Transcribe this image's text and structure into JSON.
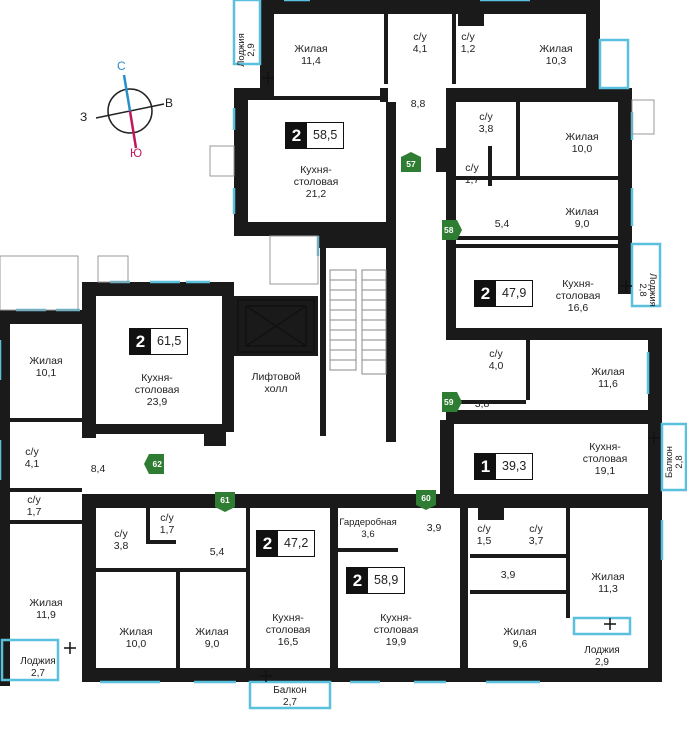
{
  "compass": {
    "north": "С",
    "east": "В",
    "west": "З",
    "south": "Ю",
    "north_color": "#2a8fc7",
    "south_color": "#c2185b"
  },
  "colors": {
    "wall": "#1a1a1a",
    "window": "#5bc0de",
    "entrance": "#2e7d32"
  },
  "apartments": {
    "a1": {
      "rooms": "2",
      "area": "58,5"
    },
    "a2": {
      "rooms": "2",
      "area": "47,9"
    },
    "a3": {
      "rooms": "2",
      "area": "61,5"
    },
    "a4": {
      "rooms": "1",
      "area": "39,3"
    },
    "a5": {
      "rooms": "2",
      "area": "47,2"
    },
    "a6": {
      "rooms": "2",
      "area": "58,9"
    }
  },
  "entrances": {
    "e57": "57",
    "e58": "58",
    "e59": "59",
    "e60": "60",
    "e61": "61",
    "e62": "62"
  },
  "rooms": {
    "top_living_left": {
      "name": "Жилая",
      "value": "11,4"
    },
    "top_bath1": {
      "name": "с/у",
      "value": "4,1"
    },
    "top_bath2": {
      "name": "с/у",
      "value": "1,2"
    },
    "top_living_right": {
      "name": "Жилая",
      "value": "10,3"
    },
    "top_kitchen": {
      "name": "Кухня-",
      "name2": "столовая",
      "value": "21,2"
    },
    "top_corr": {
      "value": "8,8"
    },
    "r_bath1": {
      "name": "с/у",
      "value": "3,8"
    },
    "r_living1": {
      "name": "Жилая",
      "value": "10,0"
    },
    "r_bath2": {
      "name": "с/у",
      "value": "1,7"
    },
    "r_living2": {
      "name": "Жилая",
      "value": "9,0"
    },
    "r_corr1": {
      "value": "5,4"
    },
    "r_kitchen1": {
      "name": "Кухня-",
      "name2": "столовая",
      "value": "16,6"
    },
    "r_bath3": {
      "name": "с/у",
      "value": "4,0"
    },
    "r_living3": {
      "name": "Жилая",
      "value": "11,6"
    },
    "r_corr2": {
      "value": "3,8"
    },
    "r_kitchen2": {
      "name": "Кухня-",
      "name2": "столовая",
      "value": "19,1"
    },
    "l_living1": {
      "name": "Жилая",
      "value": "10,1"
    },
    "l_kitchen": {
      "name": "Кухня-",
      "name2": "столовая",
      "value": "23,9"
    },
    "lift_hall": {
      "name": "Лифтовой",
      "name2": "холл"
    },
    "l_bath1": {
      "name": "с/у",
      "value": "4,1"
    },
    "l_corr": {
      "value": "8,4"
    },
    "l_bath2": {
      "name": "с/у",
      "value": "1,7"
    },
    "l_living2": {
      "name": "Жилая",
      "value": "11,9"
    },
    "b_bath1": {
      "name": "с/у",
      "value": "3,8"
    },
    "b_bath2": {
      "name": "с/у",
      "value": "1,7"
    },
    "b_corr1": {
      "value": "5,4"
    },
    "b_living1": {
      "name": "Жилая",
      "value": "10,0"
    },
    "b_living2": {
      "name": "Жилая",
      "value": "9,0"
    },
    "b_kitchen1": {
      "name": "Кухня-",
      "name2": "столовая",
      "value": "16,5"
    },
    "b_wardrobe": {
      "name": "Гардеробная",
      "value": "3,6"
    },
    "b_corr2": {
      "value": "3,9"
    },
    "b_kitchen2": {
      "name": "Кухня-",
      "name2": "столовая",
      "value": "19,9"
    },
    "b_bath3": {
      "name": "с/у",
      "value": "1,5"
    },
    "b_bath4": {
      "name": "с/у",
      "value": "3,7"
    },
    "b_corr3": {
      "value": "3,9"
    },
    "b_living3": {
      "name": "Жилая",
      "value": "9,6"
    },
    "b_living4": {
      "name": "Жилая",
      "value": "11,3"
    }
  },
  "outdoor": {
    "loggia_top": {
      "name": "Лоджия",
      "value": "2,9"
    },
    "loggia_right": {
      "name": "Лоджия",
      "value": "2,8"
    },
    "balcony_right": {
      "name": "Балкон",
      "value": "2,8"
    },
    "loggia_bl": {
      "name": "Лоджия",
      "value": "2,7"
    },
    "balcony_bottom": {
      "name": "Балкон",
      "value": "2,7"
    },
    "loggia_br": {
      "name": "Лоджия",
      "value": "2,9"
    }
  }
}
